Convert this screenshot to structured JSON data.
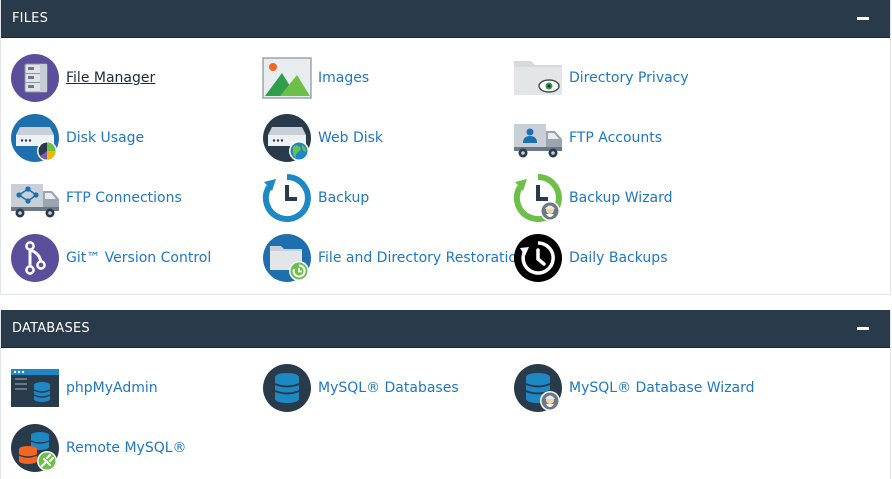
{
  "sections": {
    "files": {
      "title": "FILES",
      "items": {
        "file_manager": "File Manager",
        "images": "Images",
        "directory_privacy": "Directory Privacy",
        "disk_usage": "Disk Usage",
        "web_disk": "Web Disk",
        "ftp_accounts": "FTP Accounts",
        "ftp_connections": "FTP Connections",
        "backup": "Backup",
        "backup_wizard": "Backup Wizard",
        "git_version_control": "Git™ Version Control",
        "file_directory_restoration": "File and Directory Restoration",
        "daily_backups": "Daily Backups"
      }
    },
    "databases": {
      "title": "DATABASES",
      "items": {
        "phpmyadmin": "phpMyAdmin",
        "mysql_databases": "MySQL® Databases",
        "mysql_database_wizard": "MySQL® Database Wizard",
        "remote_mysql": "Remote MySQL®"
      }
    }
  },
  "colors": {
    "header_bg": "#293a4a",
    "link": "#1e77c5",
    "icon_dark": "#293a4a",
    "icon_purple": "#5b4e9a",
    "icon_blue": "#1e88c5",
    "icon_green": "#5cb85c"
  }
}
